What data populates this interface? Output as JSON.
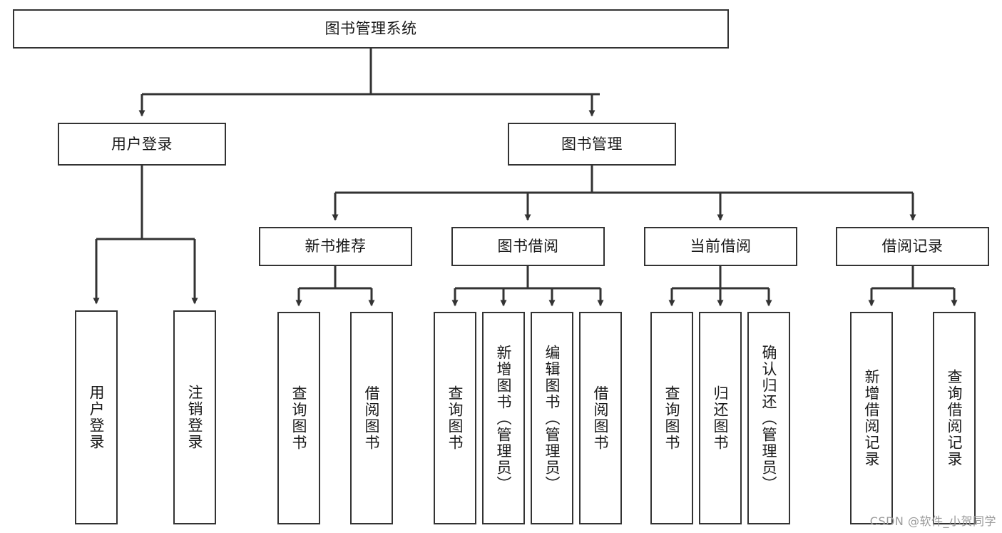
{
  "diagram": {
    "title": "图书管理系统",
    "type": "tree-hierarchy",
    "watermark": "CSDN @软件_小贺同学",
    "colors": {
      "box_border": "#333333",
      "box_fill": "#ffffff",
      "edge": "#333333",
      "text": "#1a1a1a",
      "watermark": "#9a9a9a"
    },
    "nodes": {
      "root": {
        "label": "图书管理系统",
        "orientation": "horizontal"
      },
      "level2": [
        {
          "id": "user-login",
          "label": "用户登录",
          "orientation": "horizontal"
        },
        {
          "id": "book-management",
          "label": "图书管理",
          "orientation": "horizontal"
        }
      ],
      "level3": [
        {
          "id": "new-book-recommend",
          "label": "新书推荐",
          "orientation": "horizontal"
        },
        {
          "id": "book-borrow",
          "label": "图书借阅",
          "orientation": "horizontal"
        },
        {
          "id": "current-borrow",
          "label": "当前借阅",
          "orientation": "horizontal"
        },
        {
          "id": "borrow-record",
          "label": "借阅记录",
          "orientation": "horizontal"
        }
      ],
      "leaves": [
        {
          "id": "leaf-user-login",
          "parent": "user-login",
          "label": "用户登录",
          "orientation": "vertical"
        },
        {
          "id": "leaf-logout",
          "parent": "user-login",
          "label": "注销登录",
          "orientation": "vertical"
        },
        {
          "id": "leaf-query-book-1",
          "parent": "new-book-recommend",
          "label": "查询图书",
          "orientation": "vertical"
        },
        {
          "id": "leaf-borrow-book-1",
          "parent": "new-book-recommend",
          "label": "借阅图书",
          "orientation": "vertical"
        },
        {
          "id": "leaf-query-book-2",
          "parent": "book-borrow",
          "label": "查询图书",
          "orientation": "vertical"
        },
        {
          "id": "leaf-add-book",
          "parent": "book-borrow",
          "label": "新增图书（管理员）",
          "orientation": "vertical"
        },
        {
          "id": "leaf-edit-book",
          "parent": "book-borrow",
          "label": "编辑图书（管理员）",
          "orientation": "vertical"
        },
        {
          "id": "leaf-borrow-book-2",
          "parent": "book-borrow",
          "label": "借阅图书",
          "orientation": "vertical"
        },
        {
          "id": "leaf-query-book-3",
          "parent": "current-borrow",
          "label": "查询图书",
          "orientation": "vertical"
        },
        {
          "id": "leaf-return-book",
          "parent": "current-borrow",
          "label": "归还图书",
          "orientation": "vertical"
        },
        {
          "id": "leaf-confirm-return",
          "parent": "current-borrow",
          "label": "确认归还（管理员）",
          "orientation": "vertical"
        },
        {
          "id": "leaf-add-record",
          "parent": "borrow-record",
          "label": "新增借阅记录",
          "orientation": "vertical"
        },
        {
          "id": "leaf-query-record",
          "parent": "borrow-record",
          "label": "查询借阅记录",
          "orientation": "vertical"
        }
      ]
    }
  }
}
